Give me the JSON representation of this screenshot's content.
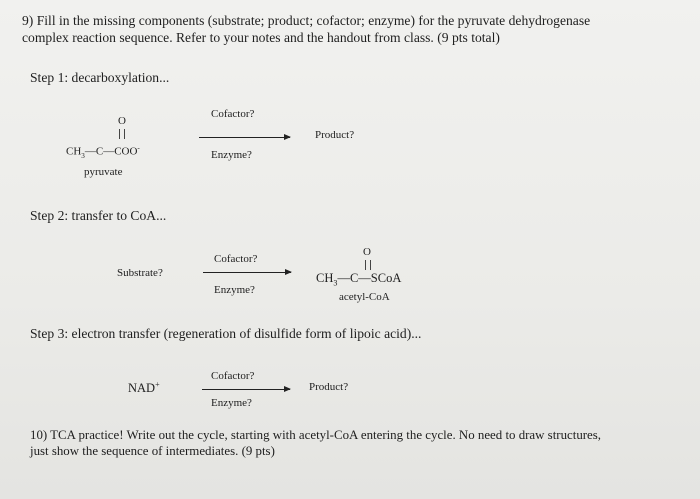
{
  "question9": {
    "line1": "9) Fill in the missing components (substrate; product; cofactor; enzyme) for the pyruvate dehydrogenase",
    "line2": "complex reaction sequence. Refer to your notes and the handout from class. (9 pts total)"
  },
  "step1": {
    "title": "Step 1: decarboxylation...",
    "o_atom": "O",
    "formula_left": "CH",
    "formula_sub": "3",
    "formula_rest": "—C—COO",
    "formula_charge": "-",
    "substrate_name": "pyruvate",
    "cofactor": "Cofactor?",
    "enzyme": "Enzyme?",
    "product": "Product?"
  },
  "step2": {
    "title": "Step 2: transfer to CoA...",
    "substrate": "Substrate?",
    "cofactor": "Cofactor?",
    "enzyme": "Enzyme?",
    "o_atom": "O",
    "formula_left": "CH",
    "formula_sub": "3",
    "formula_rest": "—C—SCoA",
    "product_name": "acetyl-CoA"
  },
  "step3": {
    "title": "Step 3: electron transfer (regeneration of disulfide form of lipoic acid)...",
    "substrate": "NAD",
    "substrate_charge": "+",
    "cofactor": "Cofactor?",
    "enzyme": "Enzyme?",
    "product": "Product?"
  },
  "question10": {
    "line1": "10) TCA practice! Write out the cycle, starting with acetyl-CoA entering the cycle. No need to draw structures,",
    "line2": "just show the sequence of intermediates. (9 pts)"
  }
}
